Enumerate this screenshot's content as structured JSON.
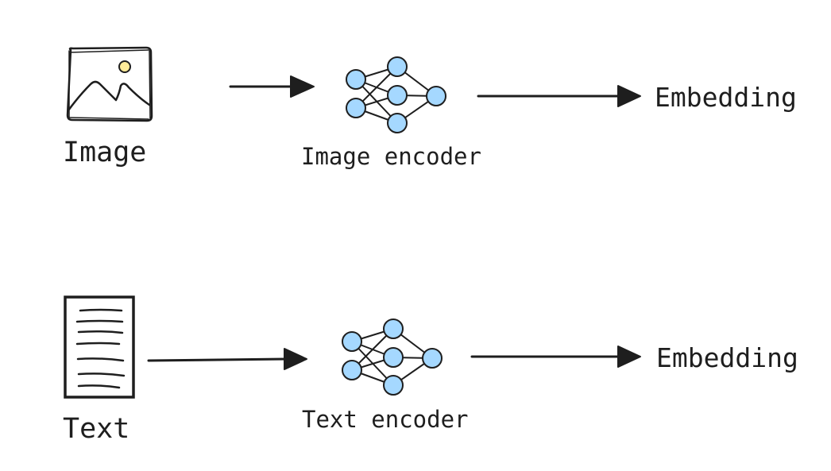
{
  "rows": [
    {
      "input_label": "Image",
      "input_icon": "image-icon",
      "encoder_label": "Image encoder",
      "encoder_icon": "neural-network-icon",
      "output_label": "Embedding"
    },
    {
      "input_label": "Text",
      "input_icon": "document-icon",
      "encoder_label": "Text encoder",
      "encoder_icon": "neural-network-icon",
      "output_label": "Embedding"
    }
  ],
  "colors": {
    "stroke": "#1e1e1e",
    "node_fill": "#a5d8ff",
    "sun_fill": "#ffec99"
  }
}
